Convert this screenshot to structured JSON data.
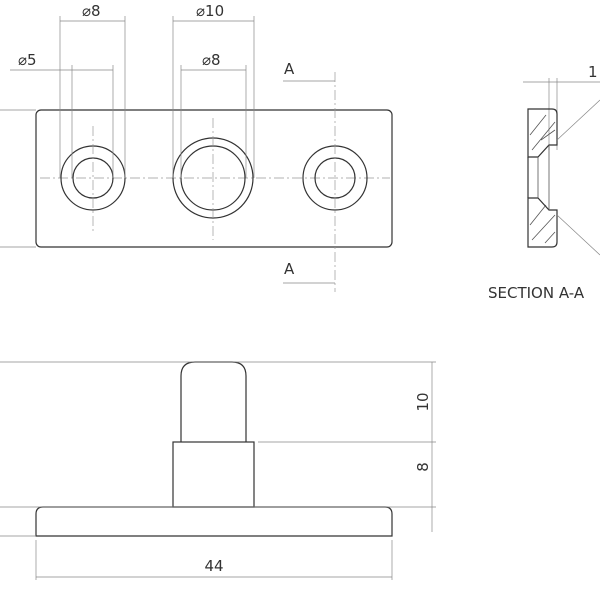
{
  "top_view": {
    "dims": {
      "hole1_outer": "⌀8",
      "hole1_inner": "⌀5",
      "hole2_outer": "⌀10",
      "hole2_inner": "⌀8"
    },
    "section_marks": {
      "upper": "A",
      "lower": "A"
    }
  },
  "section_view": {
    "label": "SECTION A-A",
    "dim_partial": "1"
  },
  "front_view": {
    "dims": {
      "pin_height": "10",
      "boss_height": "8",
      "width": "44"
    }
  }
}
